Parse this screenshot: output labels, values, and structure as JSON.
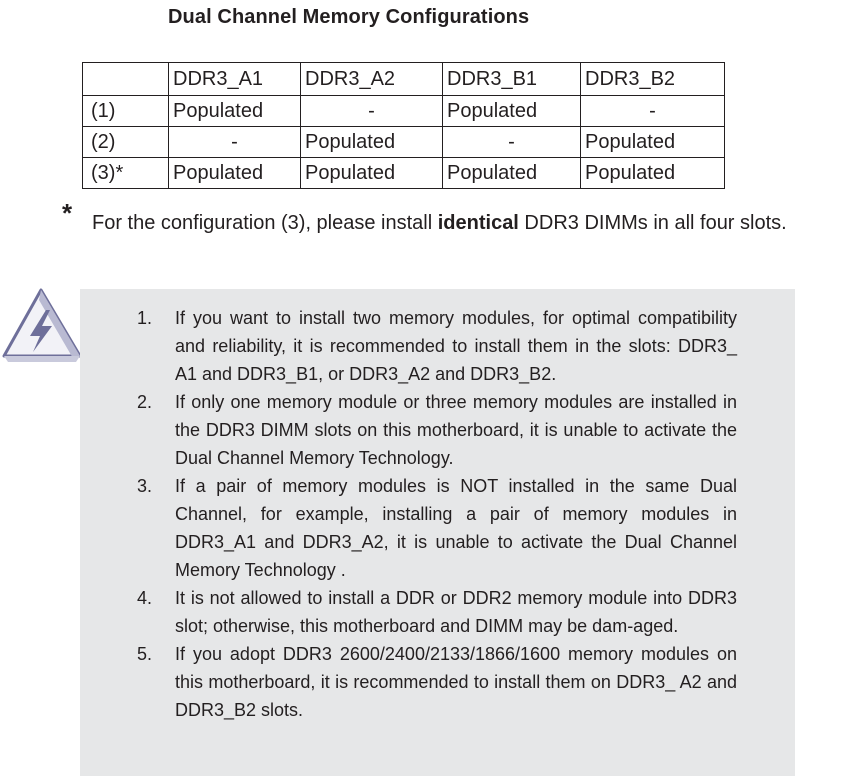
{
  "title": "Dual Channel Memory Configurations",
  "table": {
    "headers": [
      "",
      "DDR3_A1",
      "DDR3_A2",
      "DDR3_B1",
      "DDR3_B2"
    ],
    "rows": [
      [
        "(1)",
        "Populated",
        "-",
        "Populated",
        "-"
      ],
      [
        "(2)",
        "-",
        "Populated",
        "-",
        "Populated"
      ],
      [
        "(3)*",
        "Populated",
        "Populated",
        "Populated",
        "Populated"
      ]
    ]
  },
  "note": {
    "marker": "*",
    "before": "For the configuration (3), please install ",
    "bold": "identical",
    "after": " DDR3 DIMMs in all four slots."
  },
  "warning_icon": "lightning-warning-icon",
  "items": [
    {
      "num": "1.",
      "text": "If you want to install two memory modules, for optimal compatibility and reliability, it is recommended to install them in the slots: DDR3_ A1 and DDR3_B1, or DDR3_A2 and DDR3_B2."
    },
    {
      "num": "2.",
      "text": "If only one memory module or three memory modules are installed in the DDR3 DIMM slots on this motherboard, it is unable to activate the Dual Channel Memory Technology."
    },
    {
      "num": "3.",
      "text": "If a pair of memory modules is NOT installed in the same Dual Channel, for example, installing a pair of memory modules in DDR3_A1 and DDR3_A2, it is unable to activate the Dual Channel Memory Technology ."
    },
    {
      "num": "4.",
      "text": "It is not allowed to install a DDR or DDR2 memory module into DDR3 slot; otherwise, this motherboard and DIMM may be dam-aged."
    },
    {
      "num": "5.",
      "text": "If you adopt DDR3 2600/2400/2133/1866/1600 memory modules on this motherboard, it is recommended to install them on DDR3_ A2 and DDR3_B2 slots."
    }
  ]
}
